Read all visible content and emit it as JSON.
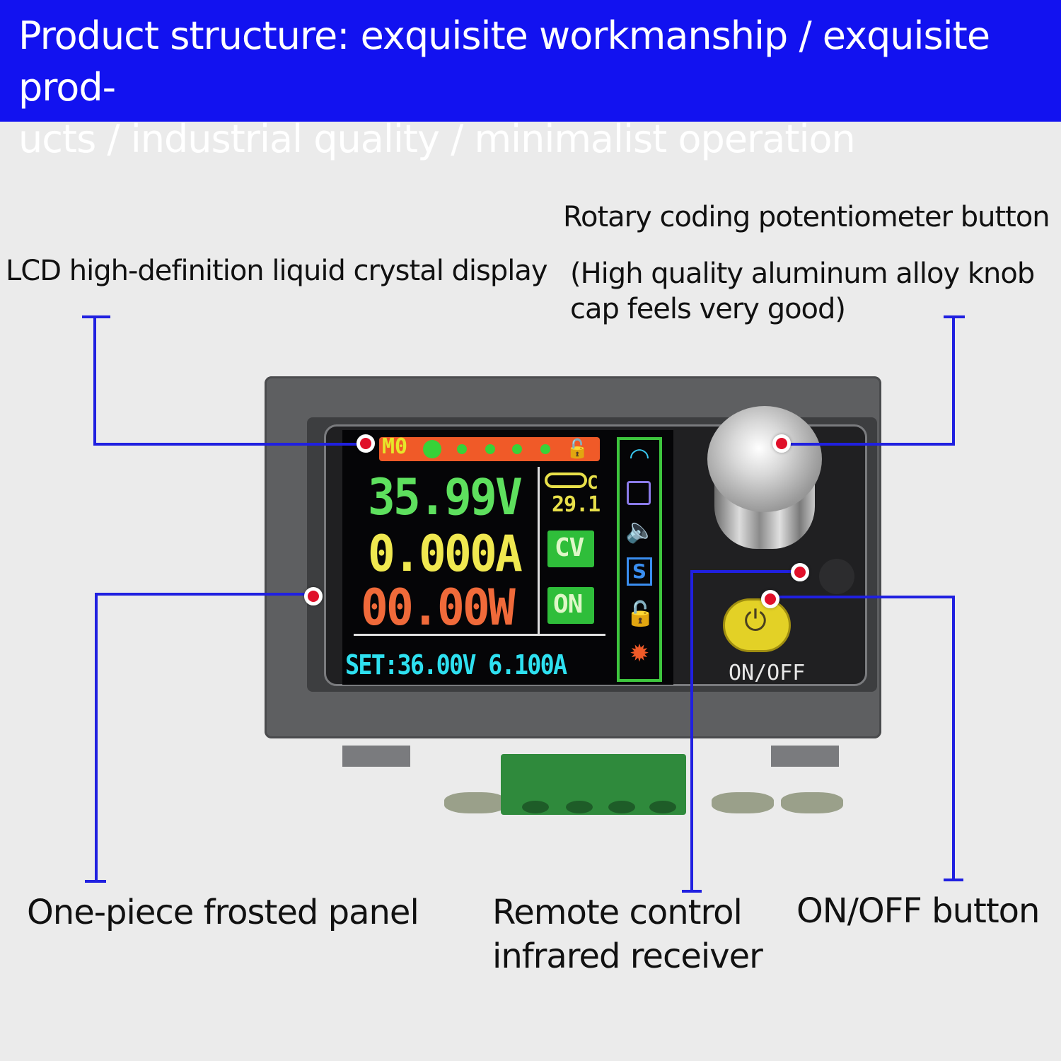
{
  "header": {
    "line1": "Product structure: exquisite workmanship / exquisite prod-",
    "line2": "ucts / industrial quality / minimalist operation"
  },
  "callouts": {
    "lcd": "LCD high-definition liquid crystal display",
    "rotary_title": "Rotary coding potentiometer button",
    "rotary_sub1": "(High quality aluminum alloy knob",
    "rotary_sub2": "cap feels very good)",
    "panel": "One-piece frosted panel",
    "remote1": "Remote control",
    "remote2": "infrared receiver",
    "onoff": "ON/OFF button"
  },
  "display": {
    "mode": "M0",
    "voltage": "35.99V",
    "current": "0.000A",
    "power": "00.00W",
    "temperature": "29.1",
    "temp_unit": "C",
    "mode_badge": "CV",
    "output_badge": "ON",
    "set_line": "SET:36.00V 6.100A",
    "side_icons": [
      "wifi-icon",
      "memory-icon",
      "speaker-icon",
      "s-icon",
      "lock-icon",
      "brightness-icon"
    ]
  },
  "device": {
    "power_button_label": "ON/OFF"
  },
  "colors": {
    "header_bg": "#1212f0",
    "leader_line": "#2020e0",
    "marker": "#e0102a",
    "voltage": "#5ee05e",
    "current": "#f0e850",
    "power": "#f06a3a",
    "set_line": "#2ee0f0"
  }
}
